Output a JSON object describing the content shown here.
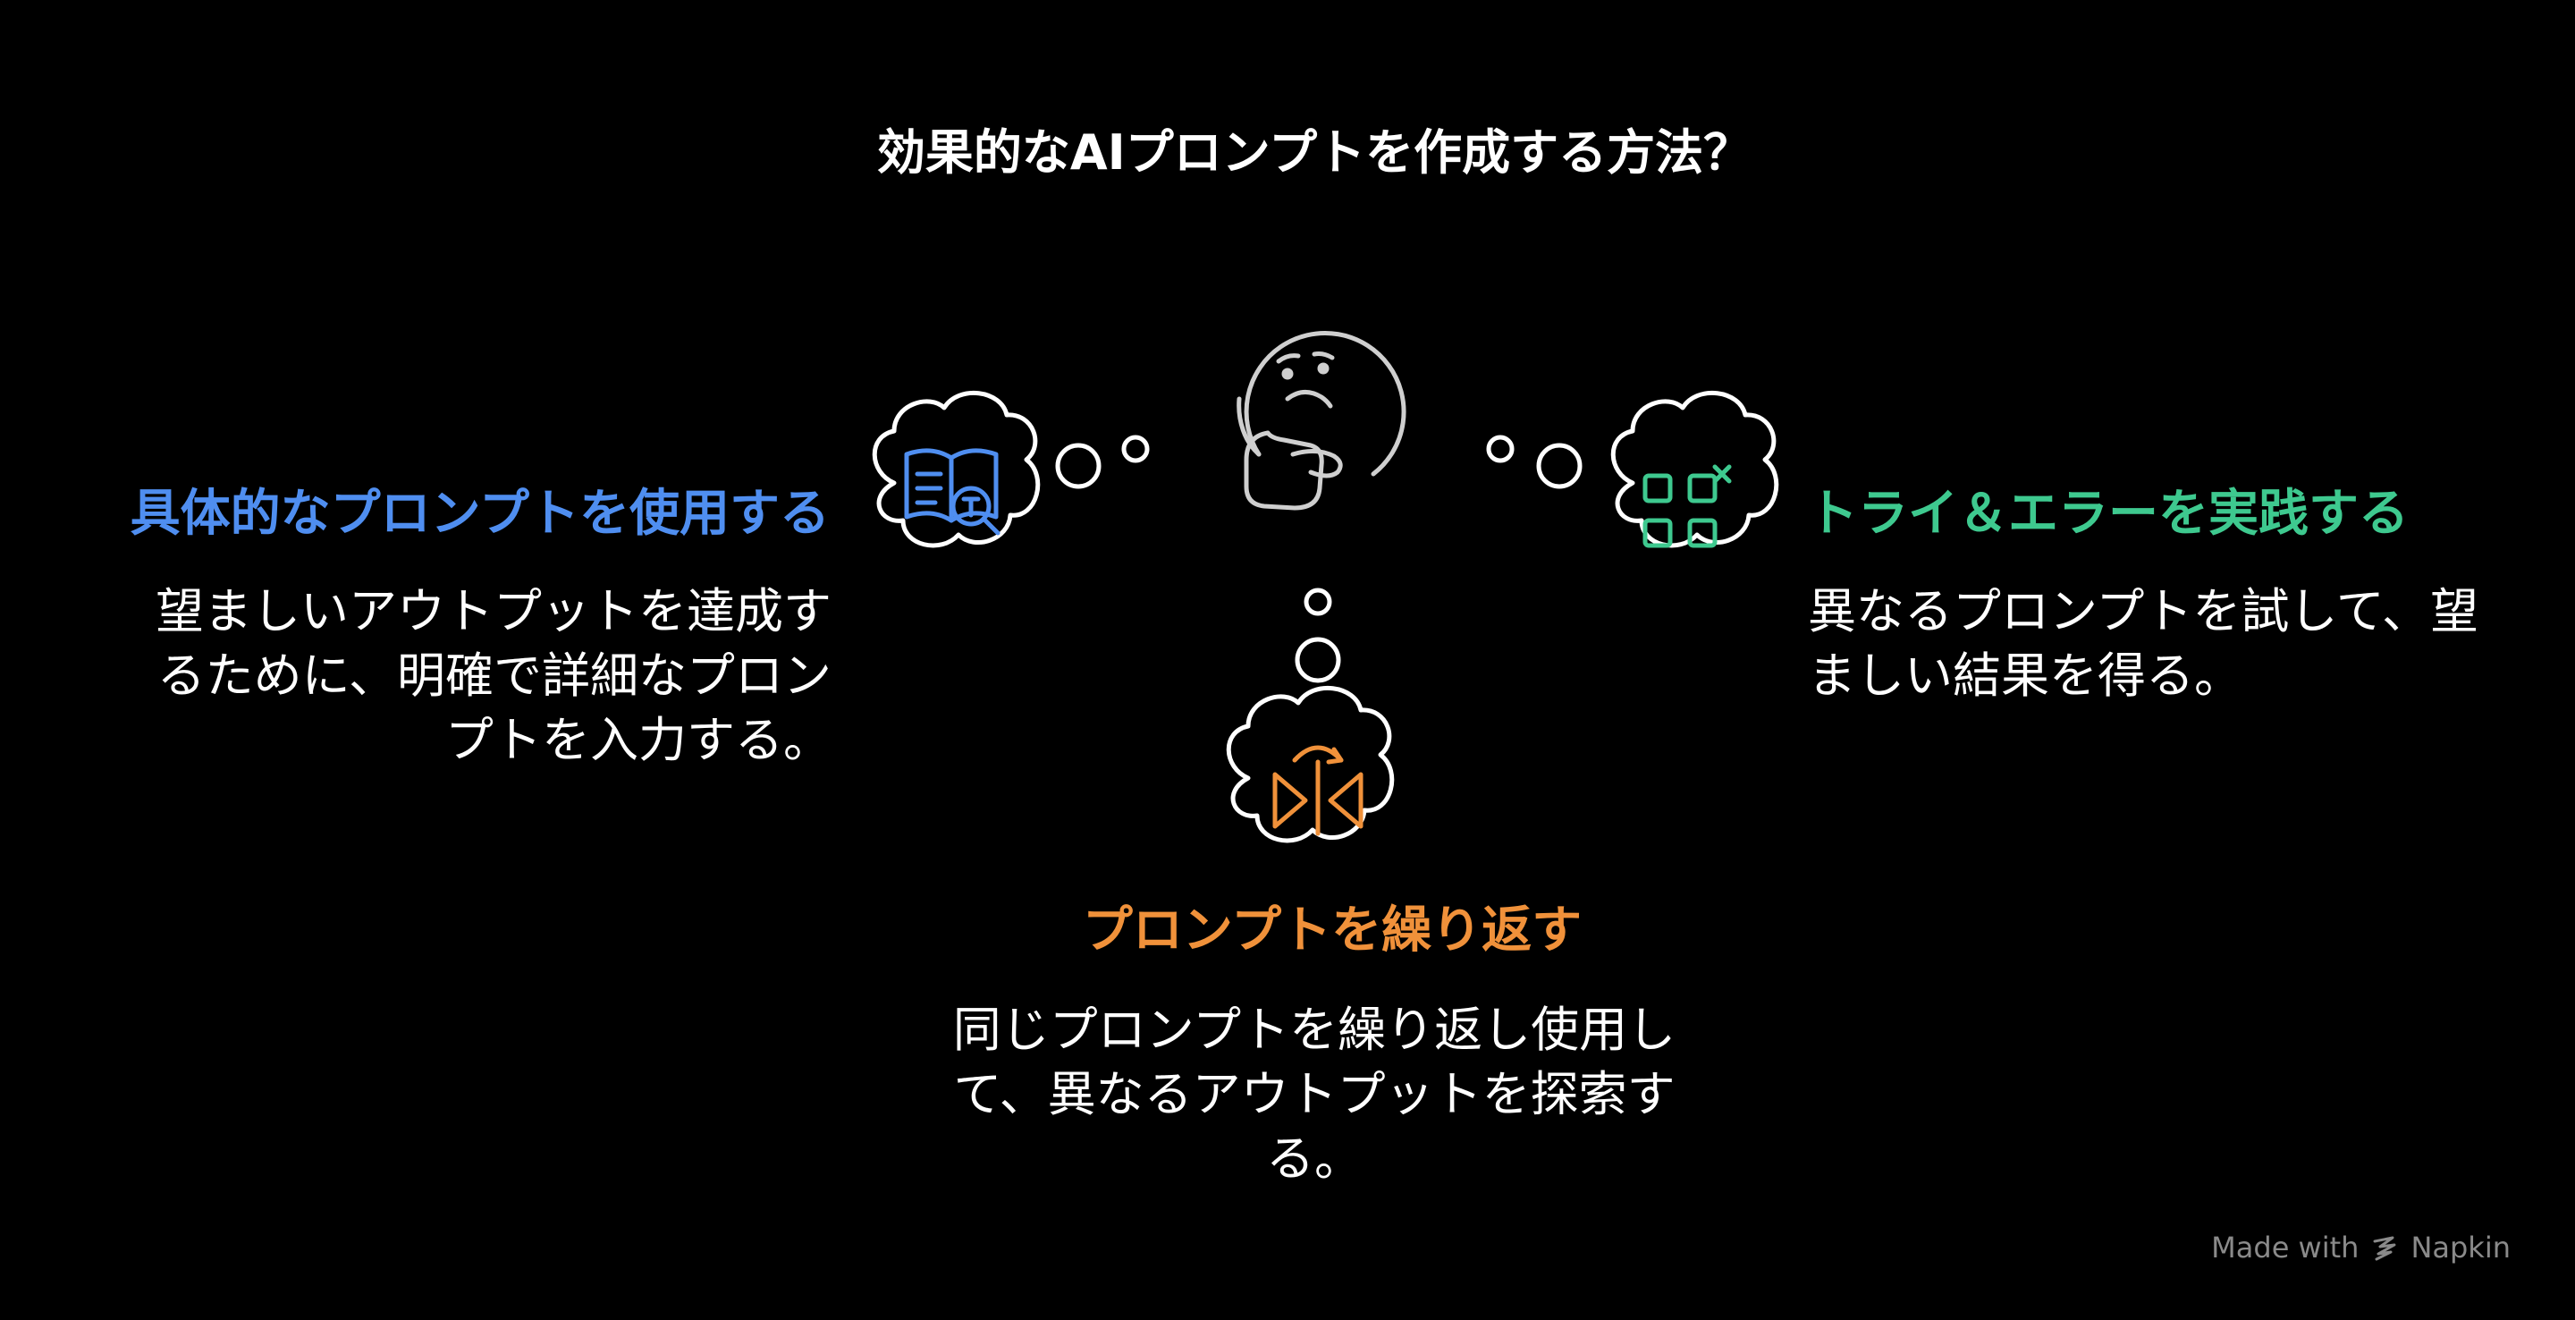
{
  "title": "効果的なAIプロンプトを作成する方法？",
  "branches": {
    "left": {
      "heading": "具体的なプロンプトを使用する",
      "description": "望ましいアウトプットを達成するために、明確で詳細なプロンプトを入力する。",
      "color": "#4f8ef0",
      "icon": "book-magnifier-icon"
    },
    "right": {
      "heading": "トライ＆エラーを実践する",
      "description": "異なるプロンプトを試して、望ましい結果を得る。",
      "color": "#3ec98f",
      "icon": "grid-x-icon"
    },
    "bottom": {
      "heading": "プロンプトを繰り返す",
      "description": "同じプロンプトを繰り返し使用して、異なるアウトプットを探索する。",
      "color": "#f0913a",
      "icon": "mirror-arrow-icon"
    }
  },
  "center_icon": "thinking-face-icon",
  "watermark": {
    "prefix": "Made with",
    "brand": "Napkin"
  }
}
